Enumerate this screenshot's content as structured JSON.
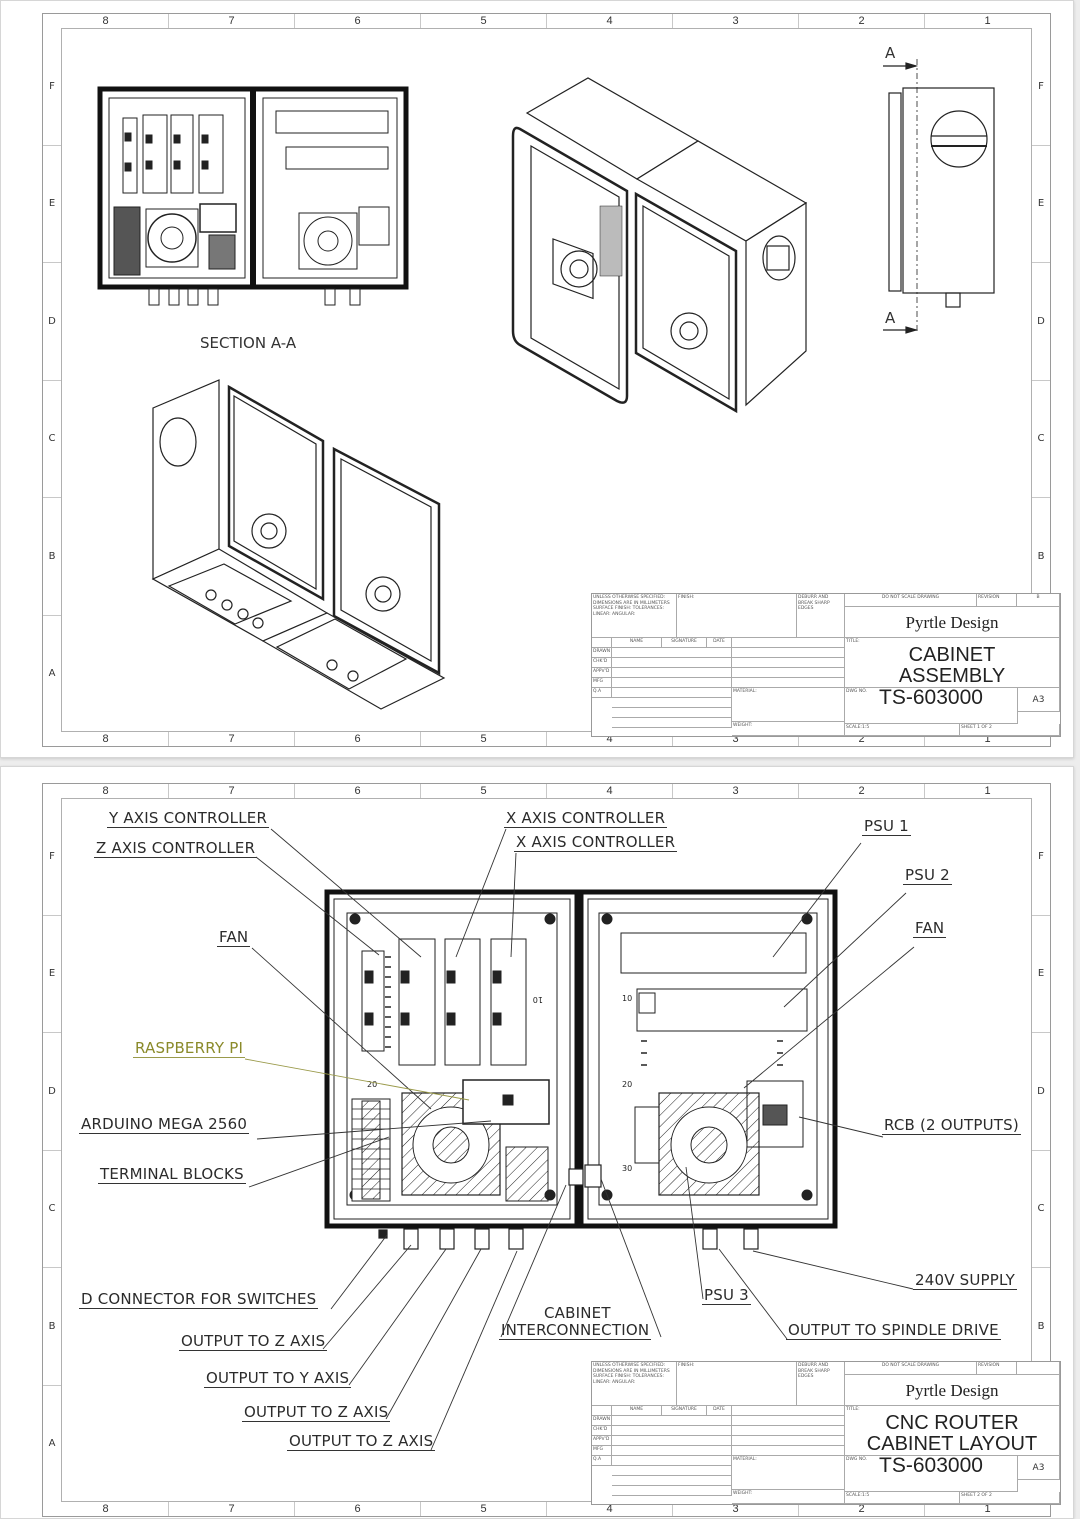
{
  "zones": {
    "columns": [
      "8",
      "7",
      "6",
      "5",
      "4",
      "3",
      "2",
      "1"
    ],
    "rows": [
      "F",
      "E",
      "D",
      "C",
      "B",
      "A"
    ]
  },
  "sheet1": {
    "section_label": "SECTION A-A",
    "section_marker_top": "A",
    "section_marker_bottom": "A",
    "views": [
      "section-a-a-front-view",
      "isometric-view-right",
      "side-view",
      "isometric-view-left"
    ],
    "title_block": {
      "notes": "UNLESS OTHERWISE SPECIFIED: DIMENSIONS ARE IN MILLIMETERS SURFACE FINISH: TOLERANCES: LINEAR: ANGULAR:",
      "finish_label": "FINISH:",
      "deburr_label": "DEBURR AND BREAK SHARP EDGES",
      "do_not_scale": "DO NOT SCALE DRAWING",
      "revision_label": "REVISION",
      "revision_value": "B",
      "company": "Pyrtle Design",
      "headers": {
        "name": "NAME",
        "signature": "SIGNATURE",
        "date": "DATE"
      },
      "rows": [
        "DRAWN",
        "CHK'D",
        "APPV'D",
        "MFG",
        "Q.A"
      ],
      "title_label": "TITLE:",
      "title_line1": "CABINET",
      "title_line2": "ASSEMBLY",
      "material_label": "MATERIAL:",
      "dwg_no_label": "DWG NO.",
      "dwg_no": "TS-603000",
      "size": "A3",
      "weight_label": "WEIGHT:",
      "scale": "SCALE:1:5",
      "sheet": "SHEET 1 OF 2"
    }
  },
  "sheet2": {
    "labels": {
      "y_axis_controller": "Y AXIS CONTROLLER",
      "z_axis_controller": "Z AXIS CONTROLLER",
      "x_axis_controller_1": "X AXIS CONTROLLER",
      "x_axis_controller_2": "X AXIS CONTROLLER",
      "psu1": "PSU 1",
      "psu2": "PSU 2",
      "fan_left": "FAN",
      "fan_right": "FAN",
      "raspberry_pi": "RASPBERRY PI",
      "arduino": "ARDUINO MEGA 2560",
      "terminal_blocks": "TERMINAL BLOCKS",
      "rcb": "RCB (2 OUTPUTS)",
      "d_connector": "D CONNECTOR FOR SWITCHES",
      "output_z1": "OUTPUT TO Z AXIS",
      "output_y": "OUTPUT TO Y AXIS",
      "output_z2": "OUTPUT TO Z AXIS",
      "output_z3": "OUTPUT TO Z AXIS",
      "cabinet_interconnection_1": "CABINET",
      "cabinet_interconnection_2": "INTERCONNECTION",
      "psu3": "PSU 3",
      "supply_240v": "240V SUPPLY",
      "spindle_drive": "OUTPUT TO SPINDLE DRIVE"
    },
    "scale_marks": {
      "m10": "10",
      "m20": "20",
      "m30": "30"
    },
    "title_block": {
      "notes": "UNLESS OTHERWISE SPECIFIED: DIMENSIONS ARE IN MILLIMETERS SURFACE FINISH: TOLERANCES: LINEAR: ANGULAR:",
      "finish_label": "FINISH:",
      "deburr_label": "DEBURR AND BREAK SHARP EDGES",
      "do_not_scale": "DO NOT SCALE DRAWING",
      "revision_label": "REVISION",
      "revision_value": "",
      "company": "Pyrtle Design",
      "headers": {
        "name": "NAME",
        "signature": "SIGNATURE",
        "date": "DATE"
      },
      "rows": [
        "DRAWN",
        "CHK'D",
        "APPV'D",
        "MFG",
        "Q.A"
      ],
      "title_label": "TITLE:",
      "title_line1": "CNC ROUTER",
      "title_line2": "CABINET LAYOUT",
      "material_label": "MATERIAL:",
      "dwg_no_label": "DWG NO.",
      "dwg_no": "TS-603000",
      "size": "A3",
      "weight_label": "WEIGHT:",
      "scale": "SCALE:1:5",
      "sheet": "SHEET 2 OF 2"
    }
  }
}
